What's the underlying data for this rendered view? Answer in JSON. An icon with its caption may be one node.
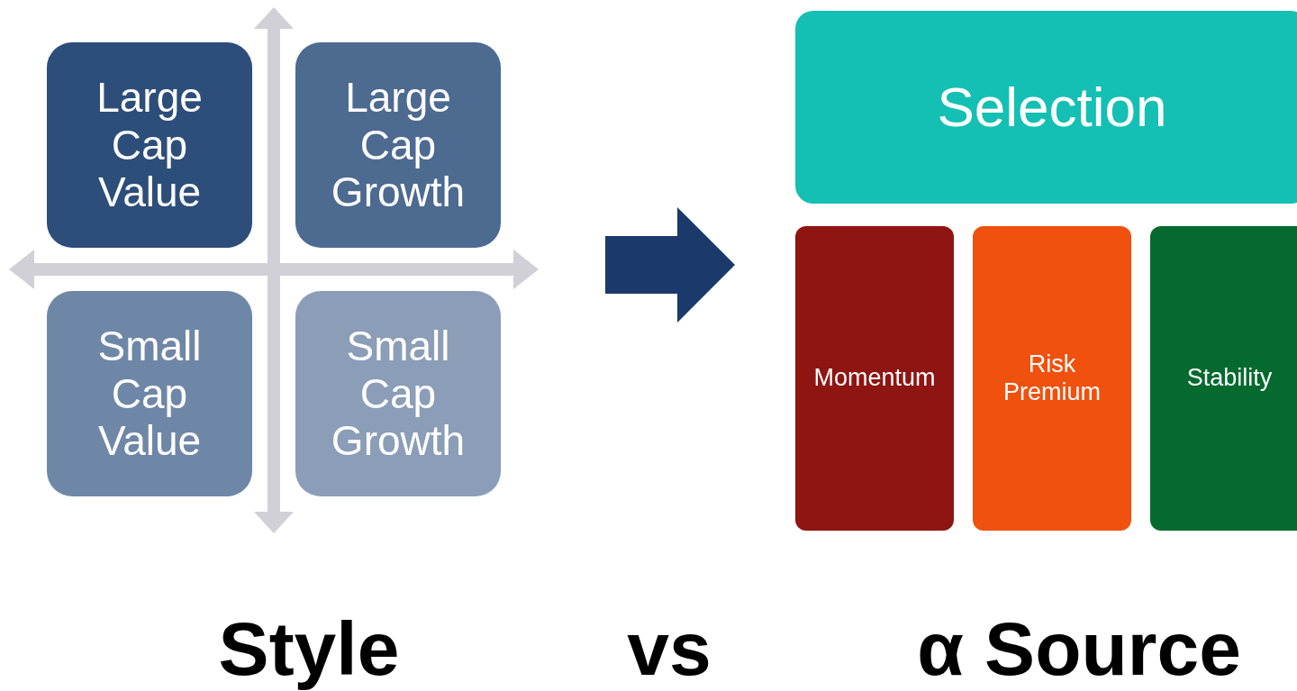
{
  "diagram": {
    "nodes": [
      {
        "text": [
          "Large Cap Value"
        ]
      },
      {
        "text": [
          "Large Cap Growth"
        ]
      },
      {
        "text": [
          "Small Cap Value"
        ]
      },
      {
        "text": [
          "Small Cap Growth"
        ]
      },
      {
        "text": [
          "Selection"
        ]
      },
      {
        "text": [
          "Momentum"
        ]
      },
      {
        "text": [
          "Risk Premium"
        ]
      },
      {
        "text": [
          "Stability"
        ]
      }
    ],
    "edges": [],
    "labels": [
      "Style",
      "vs",
      "α Source"
    ]
  }
}
